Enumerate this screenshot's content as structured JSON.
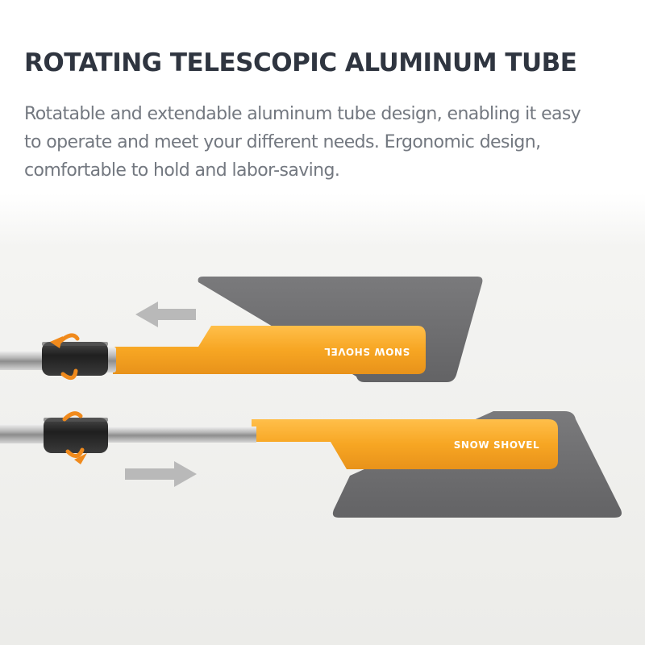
{
  "header": {
    "title": "ROTATING TELESCOPIC ALUMINUM TUBE",
    "description_lines": [
      "Rotatable and extendable aluminum tube design, enabling it easy",
      "to operate and meet your different needs. Ergonomic design,",
      "comfortable to hold and labor-saving."
    ]
  },
  "product": {
    "top_shovel_label": "SNOW SHOVEL",
    "bottom_shovel_label": "SNOW SHOVEL"
  },
  "colors": {
    "title_text": "#2f3540",
    "description_text": "#737880",
    "blade_orange": "#f7a623",
    "scraper_gray": "#6f6f71",
    "arrow_gray": "#b9b9b9",
    "rotate_arrow_orange": "#f08a1c",
    "grip_black": "#2a2a2a"
  },
  "icons": {
    "top_direction": "arrow-left-icon",
    "bottom_direction": "arrow-right-icon",
    "rotation": "rotate-arrow-icon"
  }
}
